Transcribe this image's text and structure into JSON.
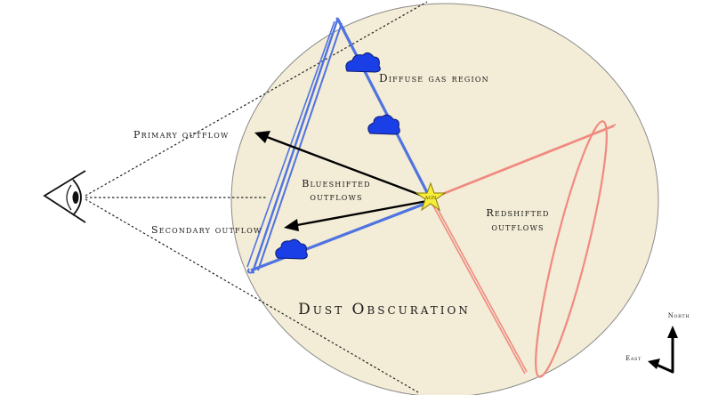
{
  "labels": {
    "diffuse_gas": "Diffuse gas region",
    "primary_outflow": "Primary outflow",
    "secondary_outflow": "Secondary outflow",
    "blueshifted_line1": "Blueshifted",
    "blueshifted_line2": "outflows",
    "redshifted_line1": "Redshifted",
    "redshifted_line2": "outflows",
    "dust": "Dust Obscuration",
    "agn": "AGN",
    "north": "North",
    "east": "East"
  },
  "colors": {
    "disk_fill": "#f3ecd6",
    "blue_cone": "#4f73e0",
    "red_cone": "#f08a80",
    "cloud": "#1b3fe6",
    "star": "#f6ee3a"
  },
  "icons": [
    "eye-icon",
    "cloud-icon",
    "star-icon",
    "compass-arrow-icon"
  ]
}
